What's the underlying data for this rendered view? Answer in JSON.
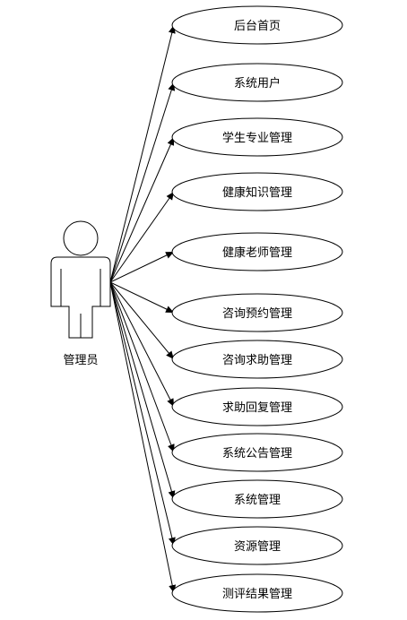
{
  "actor": {
    "label": "管理员"
  },
  "use_cases": [
    {
      "label": "后台首页"
    },
    {
      "label": "系统用户"
    },
    {
      "label": "学生专业管理"
    },
    {
      "label": "健康知识管理"
    },
    {
      "label": "健康老师管理"
    },
    {
      "label": "咨询预约管理"
    },
    {
      "label": "咨询求助管理"
    },
    {
      "label": "求助回复管理"
    },
    {
      "label": "系统公告管理"
    },
    {
      "label": "系统管理"
    },
    {
      "label": "资源管理"
    },
    {
      "label": "测评结果管理"
    }
  ],
  "colors": {
    "stroke": "#000000",
    "background": "#ffffff"
  }
}
